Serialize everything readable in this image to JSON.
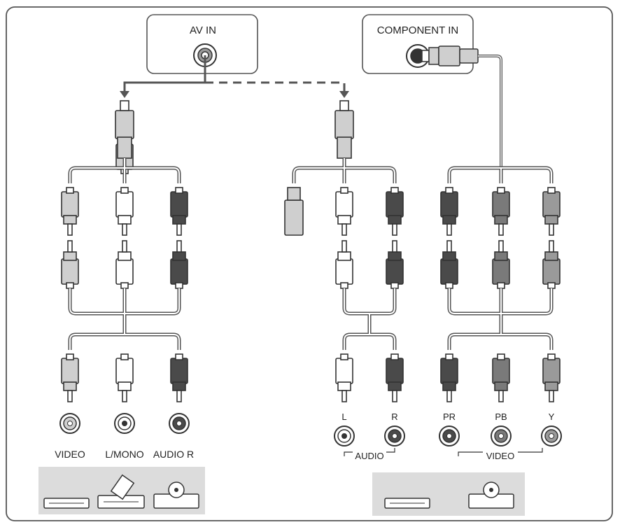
{
  "diagram": {
    "av_in_label": "AV IN",
    "component_in_label": "COMPONENT IN",
    "left_jacks": [
      {
        "label": "VIDEO",
        "color": "#cfcfcf"
      },
      {
        "label": "L/MONO",
        "color": "#ffffff"
      },
      {
        "label": "AUDIO R",
        "color": "#4a4a4a"
      }
    ],
    "audio_jacks": [
      {
        "label": "L",
        "color": "#ffffff"
      },
      {
        "label": "R",
        "color": "#4a4a4a"
      }
    ],
    "audio_group_label": "AUDIO",
    "video_jacks": [
      {
        "label": "PR",
        "color": "#4a4a4a"
      },
      {
        "label": "PB",
        "color": "#7a7a7a"
      },
      {
        "label": "Y",
        "color": "#9a9a9a"
      }
    ],
    "video_group_label": "VIDEO",
    "left_devices": [
      "dvd-player-icon",
      "set-top-box-icon",
      "disc-player-icon"
    ],
    "right_devices": [
      "dvd-player-icon",
      "disc-player-icon"
    ],
    "colors": {
      "frame": "#555555",
      "panel": "#dcdcdc",
      "cable": "#555555",
      "plug_gray": "#cfcfcf",
      "plug_white": "#ffffff",
      "plug_dark": "#4a4a4a",
      "plug_mid": "#7a7a7a",
      "plug_light": "#9a9a9a"
    }
  }
}
